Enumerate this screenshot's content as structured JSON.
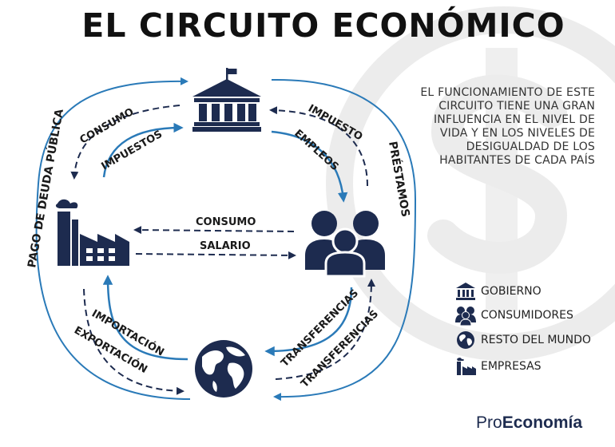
{
  "title": "EL CIRCUITO ECONÓMICO",
  "description": [
    "EL FUNCIONAMIENTO DE ESTE",
    "CIRCUITO TIENE UNA GRAN",
    "INFLUENCIA  EN EL NIVEL  DE",
    "VIDA Y EN LOS NIVELES DE",
    "DESIGUALDAD DE LOS",
    "HABITANTES DE CADA PAÍS"
  ],
  "flows": {
    "consumo_top": "CONSUMO",
    "impuestos": "IMPUESTOS",
    "impuesto": "IMPUESTO",
    "empleos": "EMPLEOS",
    "consumo_mid": "CONSUMO",
    "salario": "SALARIO",
    "importacion": "IMPORTACIÓN",
    "exportacion": "EXPORTACIÓN",
    "transferencias_1": "TRANSFERENCIAS",
    "transferencias_2": "TRANSFERENCIAS",
    "pago_deuda": "PAGO DE DEUDA PÚBLICA",
    "prestamos": "PRÉSTAMOS"
  },
  "legend": {
    "gobierno": "GOBIERNO",
    "consumidores": "CONSUMIDORES",
    "resto_mundo": "RESTO DEL MUNDO",
    "empresas": "EMPRESAS"
  },
  "brand": {
    "pro": "Pro",
    "economia": "Economía"
  },
  "colors": {
    "navy": "#1d2b4f",
    "blue_arrow": "#2a7ab8",
    "watermark": "#ececec"
  }
}
